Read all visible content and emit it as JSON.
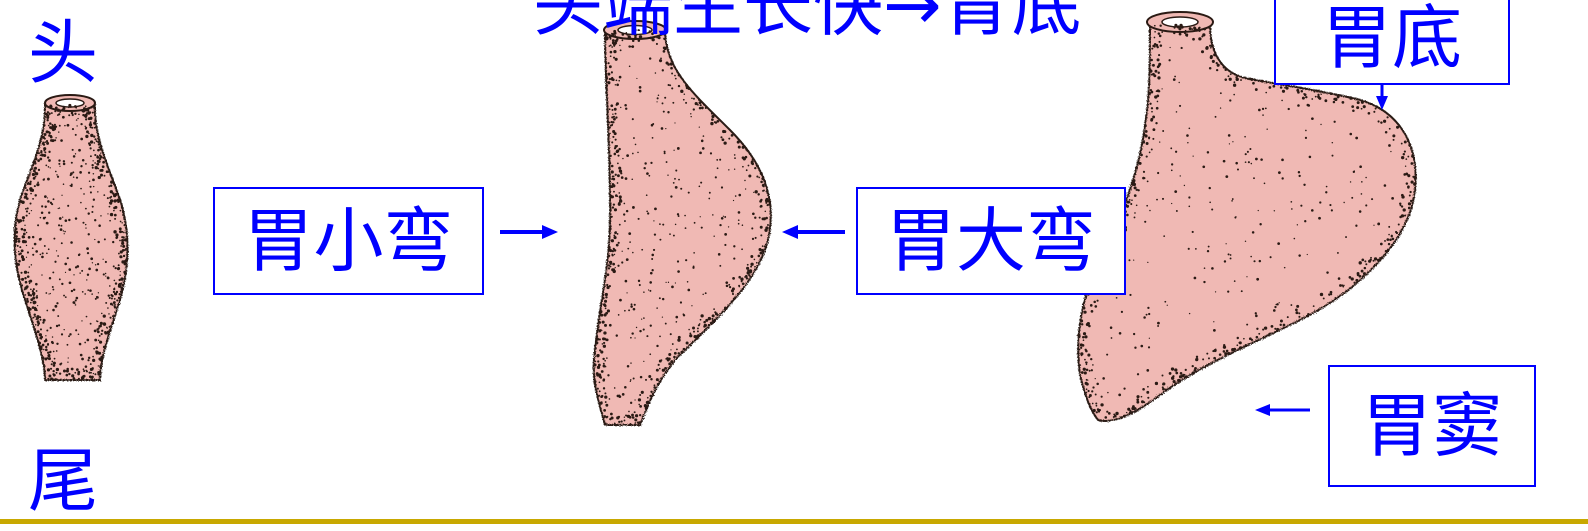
{
  "labels": {
    "head": "头",
    "tail": "尾",
    "top_caption": "头端生长快→胃底",
    "fundus": "胃底",
    "lesser_curvature": "胃小弯",
    "greater_curvature": "胃大弯",
    "antrum": "胃窦"
  },
  "colors": {
    "label": "#0000ff",
    "stomach_fill": "#f0b9b4",
    "stipple": "#2a1a14",
    "bottom_rule": "#c8a800"
  }
}
